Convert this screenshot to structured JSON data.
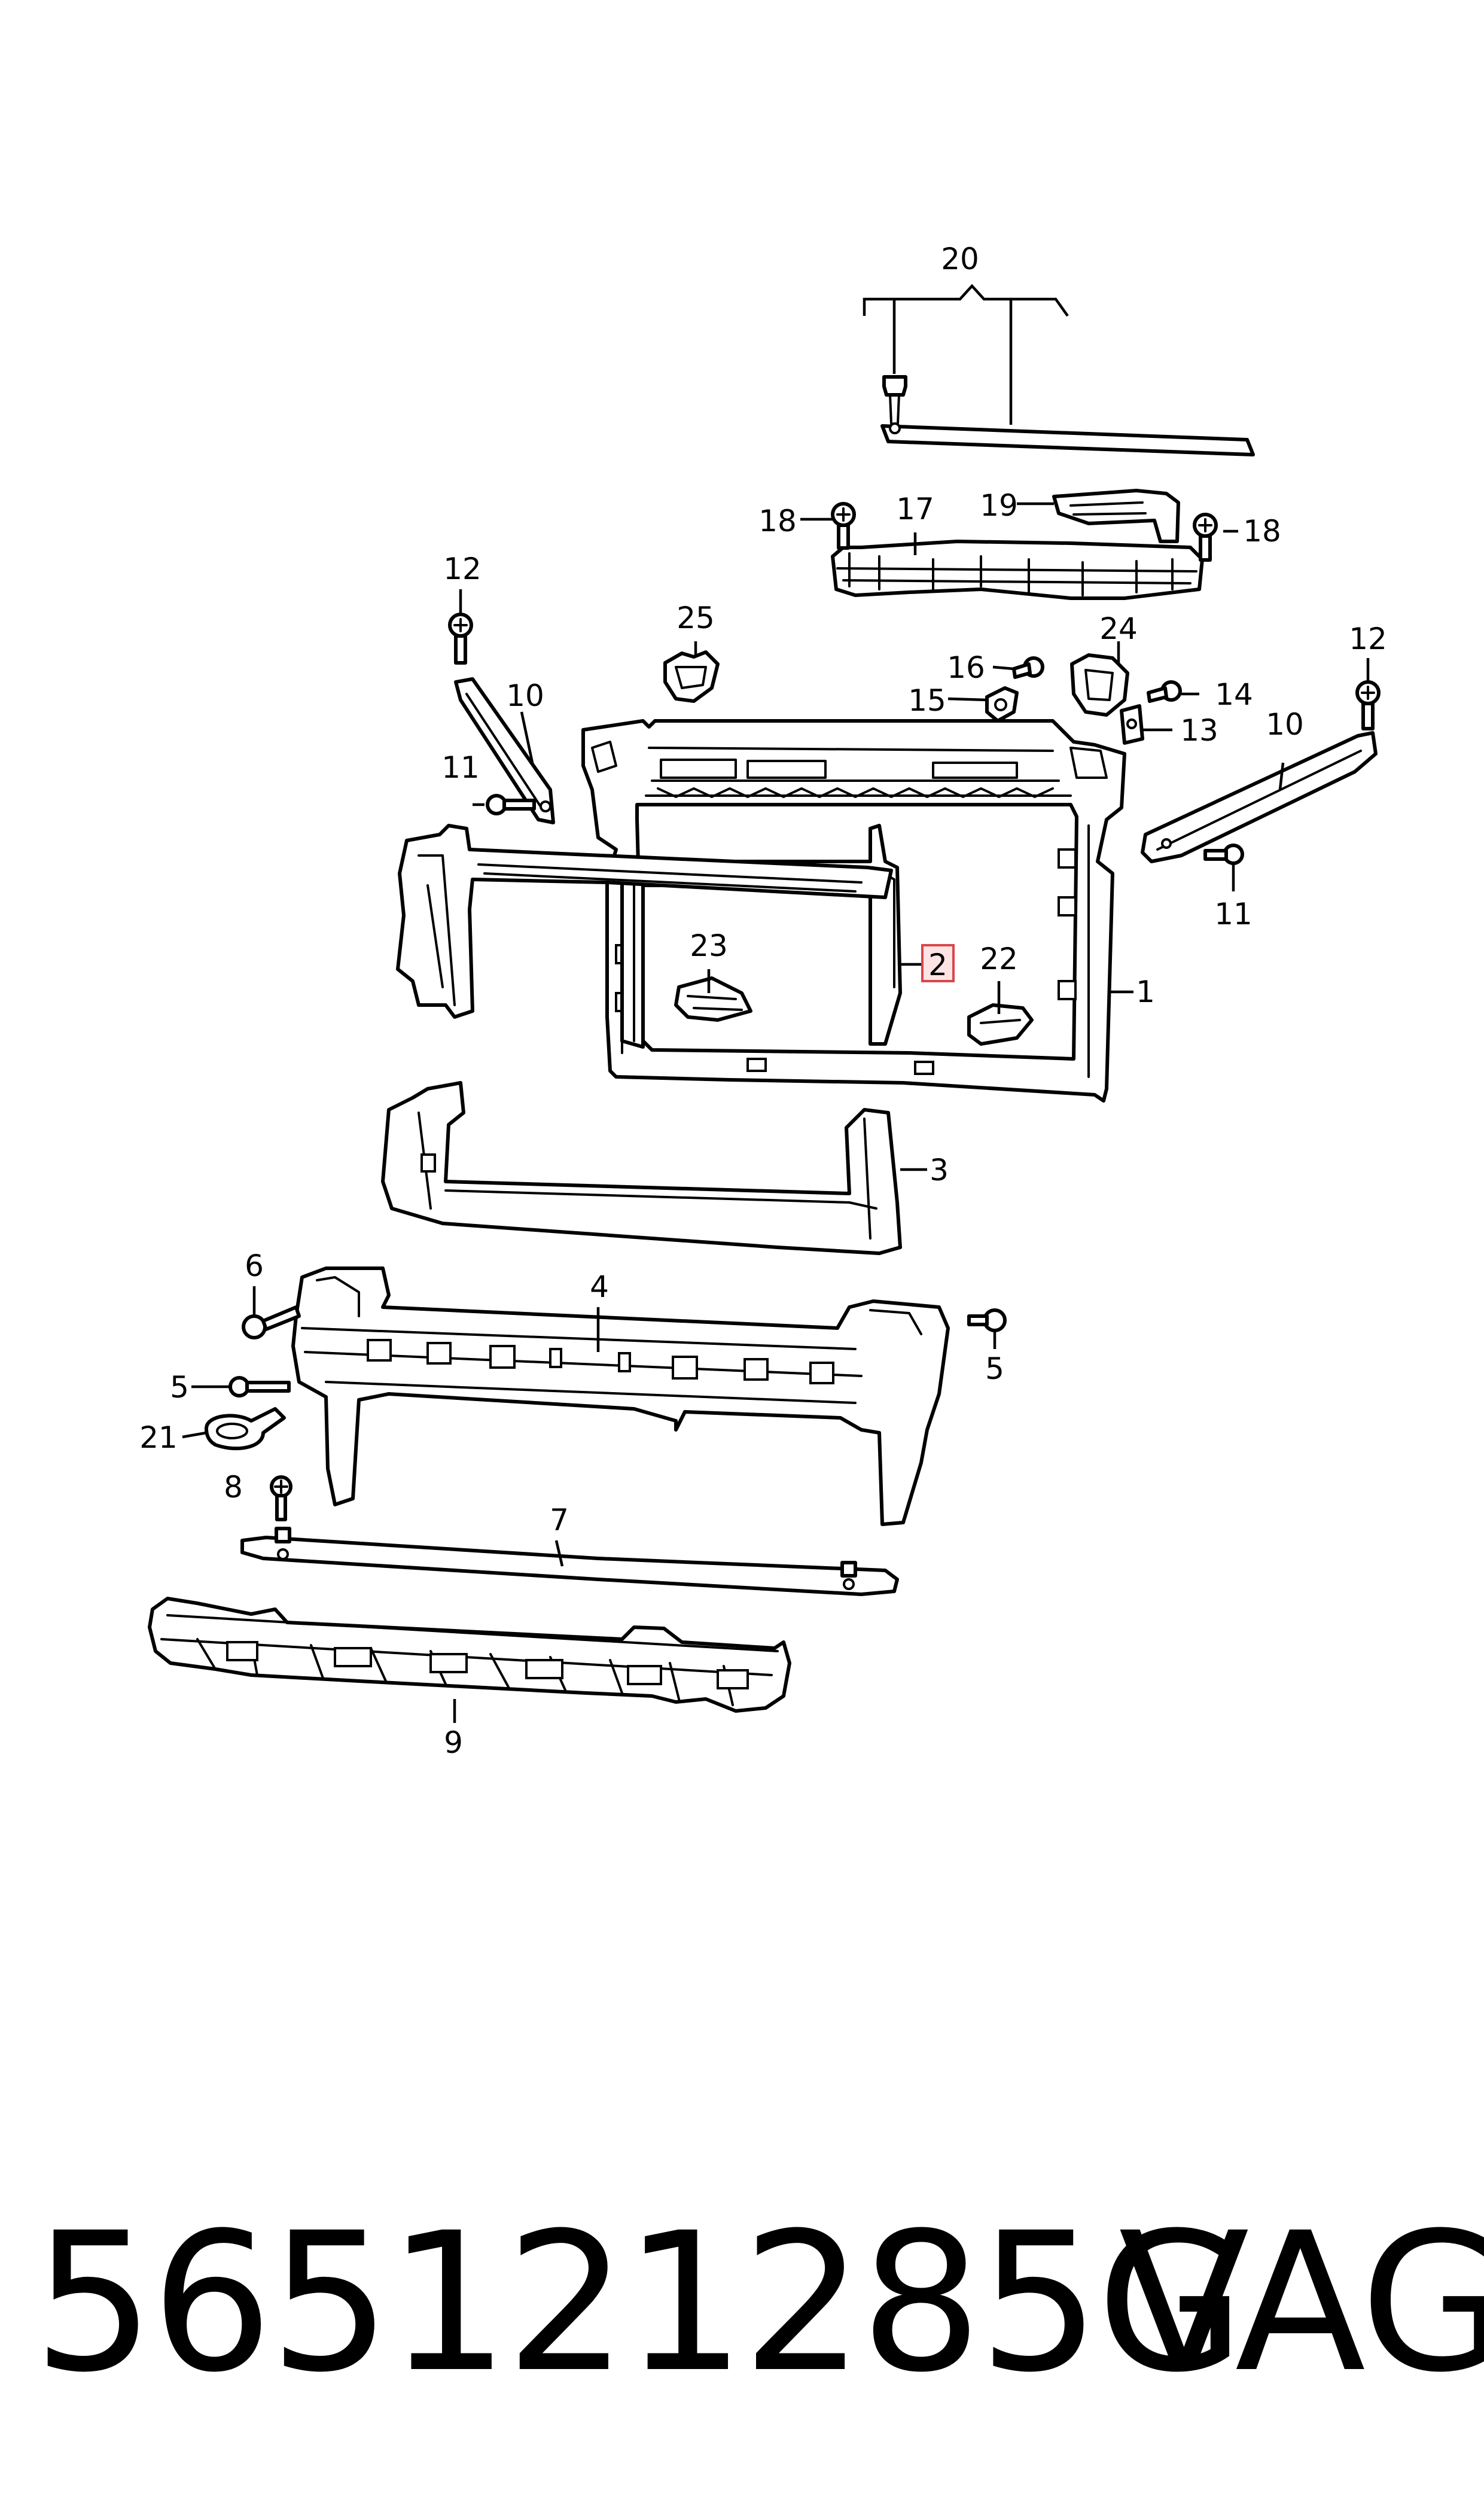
{
  "diagram": {
    "callouts": [
      {
        "id": "c20",
        "label": "20"
      },
      {
        "id": "c17",
        "label": "17"
      },
      {
        "id": "c19",
        "label": "19"
      },
      {
        "id": "c18a",
        "label": "18"
      },
      {
        "id": "c18b",
        "label": "18"
      },
      {
        "id": "c12a",
        "label": "12"
      },
      {
        "id": "c12b",
        "label": "12"
      },
      {
        "id": "c25",
        "label": "25"
      },
      {
        "id": "c24",
        "label": "24"
      },
      {
        "id": "c16",
        "label": "16"
      },
      {
        "id": "c14",
        "label": "14"
      },
      {
        "id": "c15",
        "label": "15"
      },
      {
        "id": "c13",
        "label": "13"
      },
      {
        "id": "c10a",
        "label": "10"
      },
      {
        "id": "c10b",
        "label": "10"
      },
      {
        "id": "c11a",
        "label": "11"
      },
      {
        "id": "c11b",
        "label": "11"
      },
      {
        "id": "c2",
        "label": "2",
        "highlighted": true
      },
      {
        "id": "c23",
        "label": "23"
      },
      {
        "id": "c22",
        "label": "22"
      },
      {
        "id": "c1",
        "label": "1"
      },
      {
        "id": "c3",
        "label": "3"
      },
      {
        "id": "c4",
        "label": "4"
      },
      {
        "id": "c6",
        "label": "6"
      },
      {
        "id": "c5a",
        "label": "5"
      },
      {
        "id": "c5b",
        "label": "5"
      },
      {
        "id": "c21",
        "label": "21"
      },
      {
        "id": "c8",
        "label": "8"
      },
      {
        "id": "c7",
        "label": "7"
      },
      {
        "id": "c9",
        "label": "9"
      }
    ],
    "highlight_color": "#d9464a"
  },
  "footer": {
    "part_number": "565121285G",
    "brand": "VAG"
  }
}
